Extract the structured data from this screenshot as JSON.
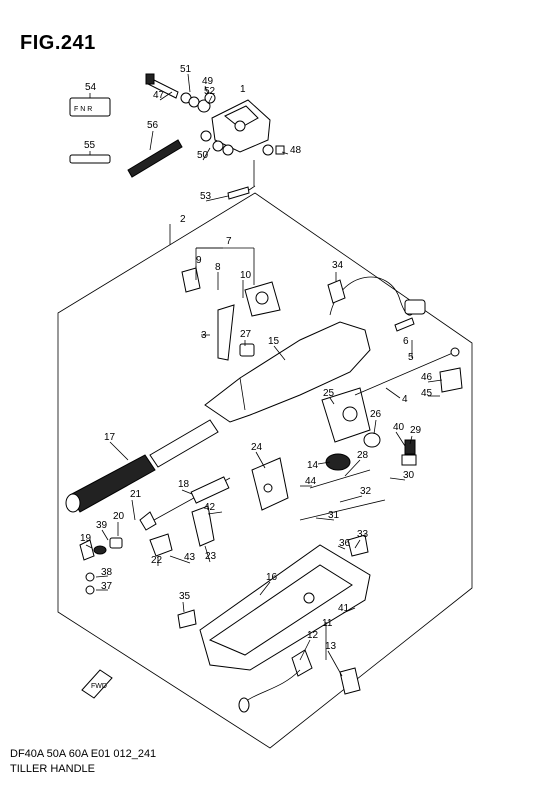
{
  "figure": {
    "title": "FIG.241"
  },
  "footer": {
    "model_code": "DF40A 50A 60A E01 012_241",
    "diagram_name": "TILLER HANDLE"
  },
  "callouts": [
    "1",
    "2",
    "3",
    "4",
    "5",
    "6",
    "7",
    "8",
    "9",
    "10",
    "11",
    "12",
    "13",
    "14",
    "15",
    "16",
    "17",
    "18",
    "19",
    "20",
    "21",
    "22",
    "23",
    "24",
    "25",
    "26",
    "27",
    "28",
    "29",
    "30",
    "31",
    "32",
    "33",
    "34",
    "35",
    "36",
    "37",
    "38",
    "39",
    "40",
    "41",
    "42",
    "43",
    "44",
    "45",
    "46",
    "47",
    "48",
    "49",
    "50",
    "51",
    "52",
    "53",
    "54",
    "55",
    "56"
  ],
  "label_plate": {
    "symbols": "F N R"
  },
  "icons": {
    "front_arrow": "front-arrow-icon"
  }
}
